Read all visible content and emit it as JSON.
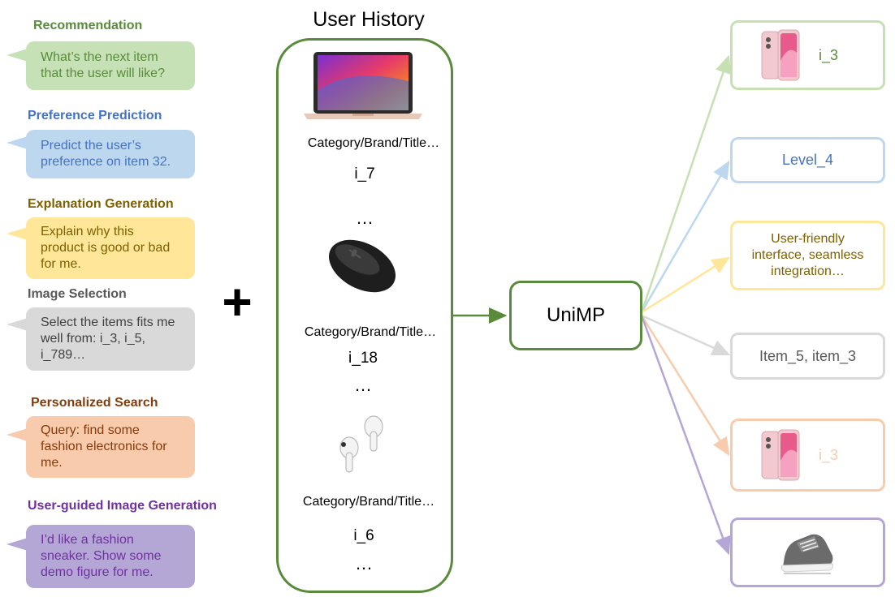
{
  "colors": {
    "green": "#5a8a3c",
    "green_fill": "#c7e1b6",
    "green_soft": "#c6e0b4",
    "blue": "#4472c4",
    "blue_fill": "#bdd7ee",
    "blue_soft": "#bdd7ee",
    "olive": "#7f6000",
    "yellow_fill": "#ffe699",
    "yellow_soft": "#ffe699",
    "gray": "#595959",
    "gray_fill": "#d9d9d9",
    "gray_soft": "#d9d9d9",
    "brown": "#843c0c",
    "orange_fill": "#f8cbad",
    "orange_soft": "#f8cbad",
    "purple": "#7030a0",
    "purple_fill": "#b4a7d6",
    "purple_soft": "#b4a7d6"
  },
  "tasks": [
    {
      "title": "Recommendation",
      "prompt": "What’s the next item\nthat the user will like?"
    },
    {
      "title": "Preference Prediction",
      "prompt": "Predict the user’s\npreference on item 32."
    },
    {
      "title": "Explanation Generation",
      "prompt": "Explain why this\nproduct is good or bad\nfor me."
    },
    {
      "title": "Image Selection",
      "prompt": "Select the items fits me\nwell from: i_3, i_5,\ni_789…"
    },
    {
      "title": "Personalized Search",
      "prompt": "Query: find some\nfashion electronics for\nme."
    },
    {
      "title": "User-guided Image Generation",
      "prompt": "I’d like a fashion\nsneaker. Show some\ndemo figure for me."
    }
  ],
  "plus_sign": "+",
  "history": {
    "title": "User History",
    "items": [
      {
        "icon": "laptop-icon",
        "meta": "Category/Brand/Title…",
        "id": "i_7"
      },
      {
        "icon": "mouse-icon",
        "meta": "Category/Brand/Title…",
        "id": "i_18"
      },
      {
        "icon": "earbuds-icon",
        "meta": "Category/Brand/Title…",
        "id": "i_6"
      }
    ],
    "ellipsis": "…"
  },
  "model": {
    "name": "UniMP"
  },
  "outputs": [
    {
      "type": "image+text",
      "icon": "phone-icon",
      "text": "i_3"
    },
    {
      "type": "text",
      "text": "Level_4"
    },
    {
      "type": "text",
      "text": "User-friendly\ninterface, seamless\nintegration…"
    },
    {
      "type": "text",
      "text": "Item_5, item_3"
    },
    {
      "type": "image+text",
      "icon": "phone-icon",
      "text": "i_3"
    },
    {
      "type": "image",
      "icon": "sneaker-icon"
    }
  ]
}
